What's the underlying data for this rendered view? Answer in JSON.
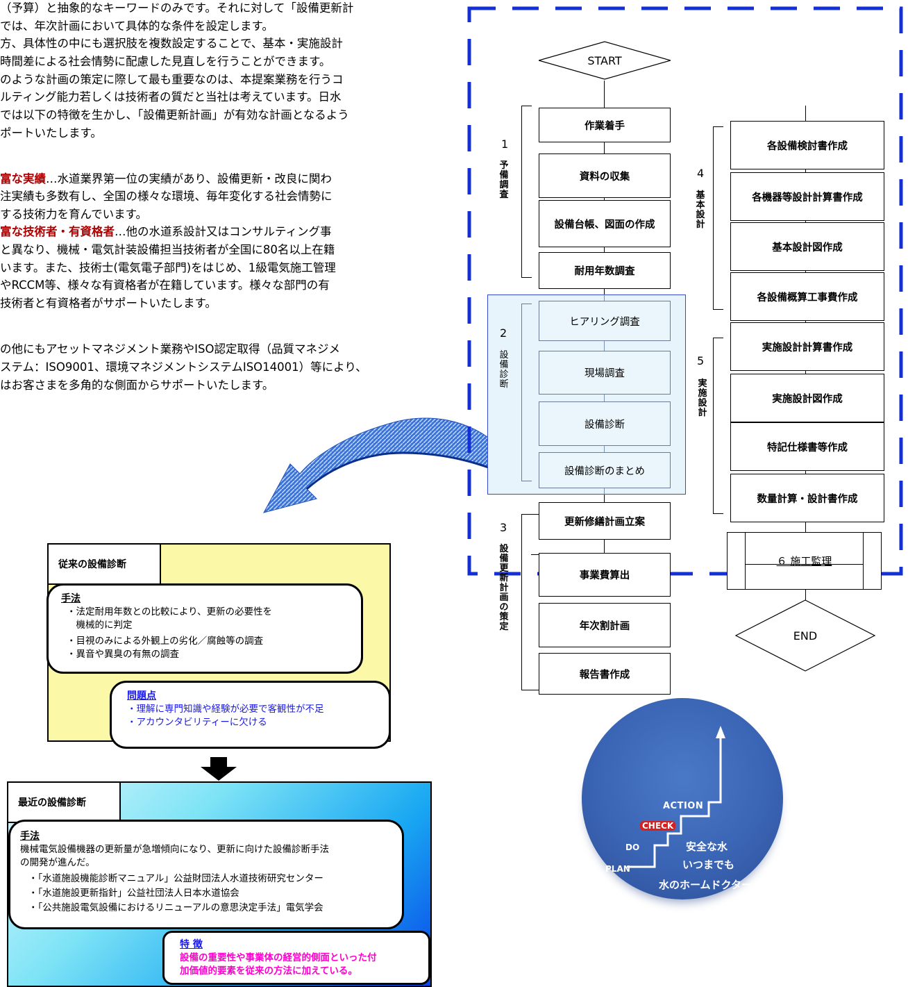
{
  "intro": {
    "lines": [
      "（予算）と抽象的なキーワードのみです。それに対して「設備更新計",
      "では、年次計画において具体的な条件を設定します。",
      "方、具体性の中にも選択肢を複数設定することで、基本・実施設計",
      "時間差による社会情勢に配慮した見直しを行うことができます。",
      "のような計画の策定に際して最も重要なのは、本提案業務を行うコ",
      "ルティング能力若しくは技術者の質だと当社は考えています。日水",
      "では以下の特徴を生かし、「設備更新計画」が有効な計画となるよう",
      "ポートいたします。"
    ],
    "feature1_title": "富な実績",
    "feature1_lines": [
      "…水道業界第一位の実績があり、設備更新・改良に関わ",
      "注実績も多数有し、全国の様々な環境、毎年変化する社会情勢に",
      "する技術力を育んでいます。"
    ],
    "feature2_title": "富な技術者・有資格者",
    "feature2_lines": [
      "…他の水道系設計又はコンサルティング事",
      "と異なり、機械・電気計装設備担当技術者が全国に80名以上在籍",
      "います。また、技術士(電気電子部門)をはじめ、1級電気施工管理",
      "やRCCM等、様々な有資格者が在籍しています。様々な部門の有",
      "技術者と有資格者がサポートいたします。"
    ],
    "closing_lines": [
      "の他にもアセットマネジメント業務やISO認定取得（品質マネジメ",
      "ステム：ISO9001、環境マネジメントシステムISO14001）等により、",
      "はお客さまを多角的な側面からサポートいたします。"
    ]
  },
  "old_diagnosis": {
    "tab": "従来の設備診断",
    "method_title": "手法",
    "method_items": [
      "・法定耐用年数との比較により、更新の必要性を",
      "　機械的に判定",
      "・目視のみによる外観上の劣化／腐蝕等の調査",
      "・異音や異臭の有無の調査"
    ],
    "problem_title": "問題点",
    "problem_items": [
      "・理解に専門知識や経験が必要で客観性が不足",
      "・アカウンタビリティーに欠ける"
    ]
  },
  "new_diagnosis": {
    "tab": "最近の設備診断",
    "method_title": "手法",
    "method_lines": [
      "機械電気設備機器の更新量が急増傾向になり、更新に向けた設備診断手法",
      "の開発が進んだ。",
      "・「水道施設機能診断マニュアル」公益財団法人水道技術研究センター",
      "・「水道施設更新指針」公益社団法人日本水道協会",
      "・「公共施設電気設備におけるリニューアルの意思決定手法」電気学会"
    ],
    "feature_title": "特 徴",
    "feature_lines": [
      "設備の重要性や事業体の経営的側面といった付",
      "加価値的要素を従来の方法に加えている。"
    ]
  },
  "flow": {
    "start": "START",
    "end": "END",
    "s1_num": "1",
    "s1_label": "予備調査",
    "s1_boxes": [
      "作業着手",
      "資料の収集",
      "設備台帳、図面の作成",
      "耐用年数調査"
    ],
    "s2_num": "2",
    "s2_label": "設備診断",
    "s2_boxes": [
      "ヒアリング調査",
      "現場調査",
      "設備診断",
      "設備診断のまとめ"
    ],
    "s3_num": "3",
    "s3_label": "設備更新計画の策定",
    "s3_boxes": [
      "更新修繕計画立案",
      "事業費算出",
      "年次割計画",
      "報告書作成"
    ],
    "s4_num": "4",
    "s4_label": "基本設計",
    "s4_boxes": [
      "各設備検討書作成",
      "各機器等設計計算書作成",
      "基本設計図作成",
      "各設備概算工事費作成"
    ],
    "s5_num": "5",
    "s5_label": "実施設計",
    "s5_boxes": [
      "実施設計計算書作成",
      "実施設計図作成",
      "特記仕様書等作成",
      "数量計算・設計書作成"
    ],
    "s6": "６ 施工監理"
  },
  "logo": {
    "action": "ACTION",
    "check": "CHECK",
    "do": "DO",
    "plan": "PLAN",
    "line1": "安全な水",
    "line2": "いつまでも",
    "line3": "水のホームドクター"
  }
}
